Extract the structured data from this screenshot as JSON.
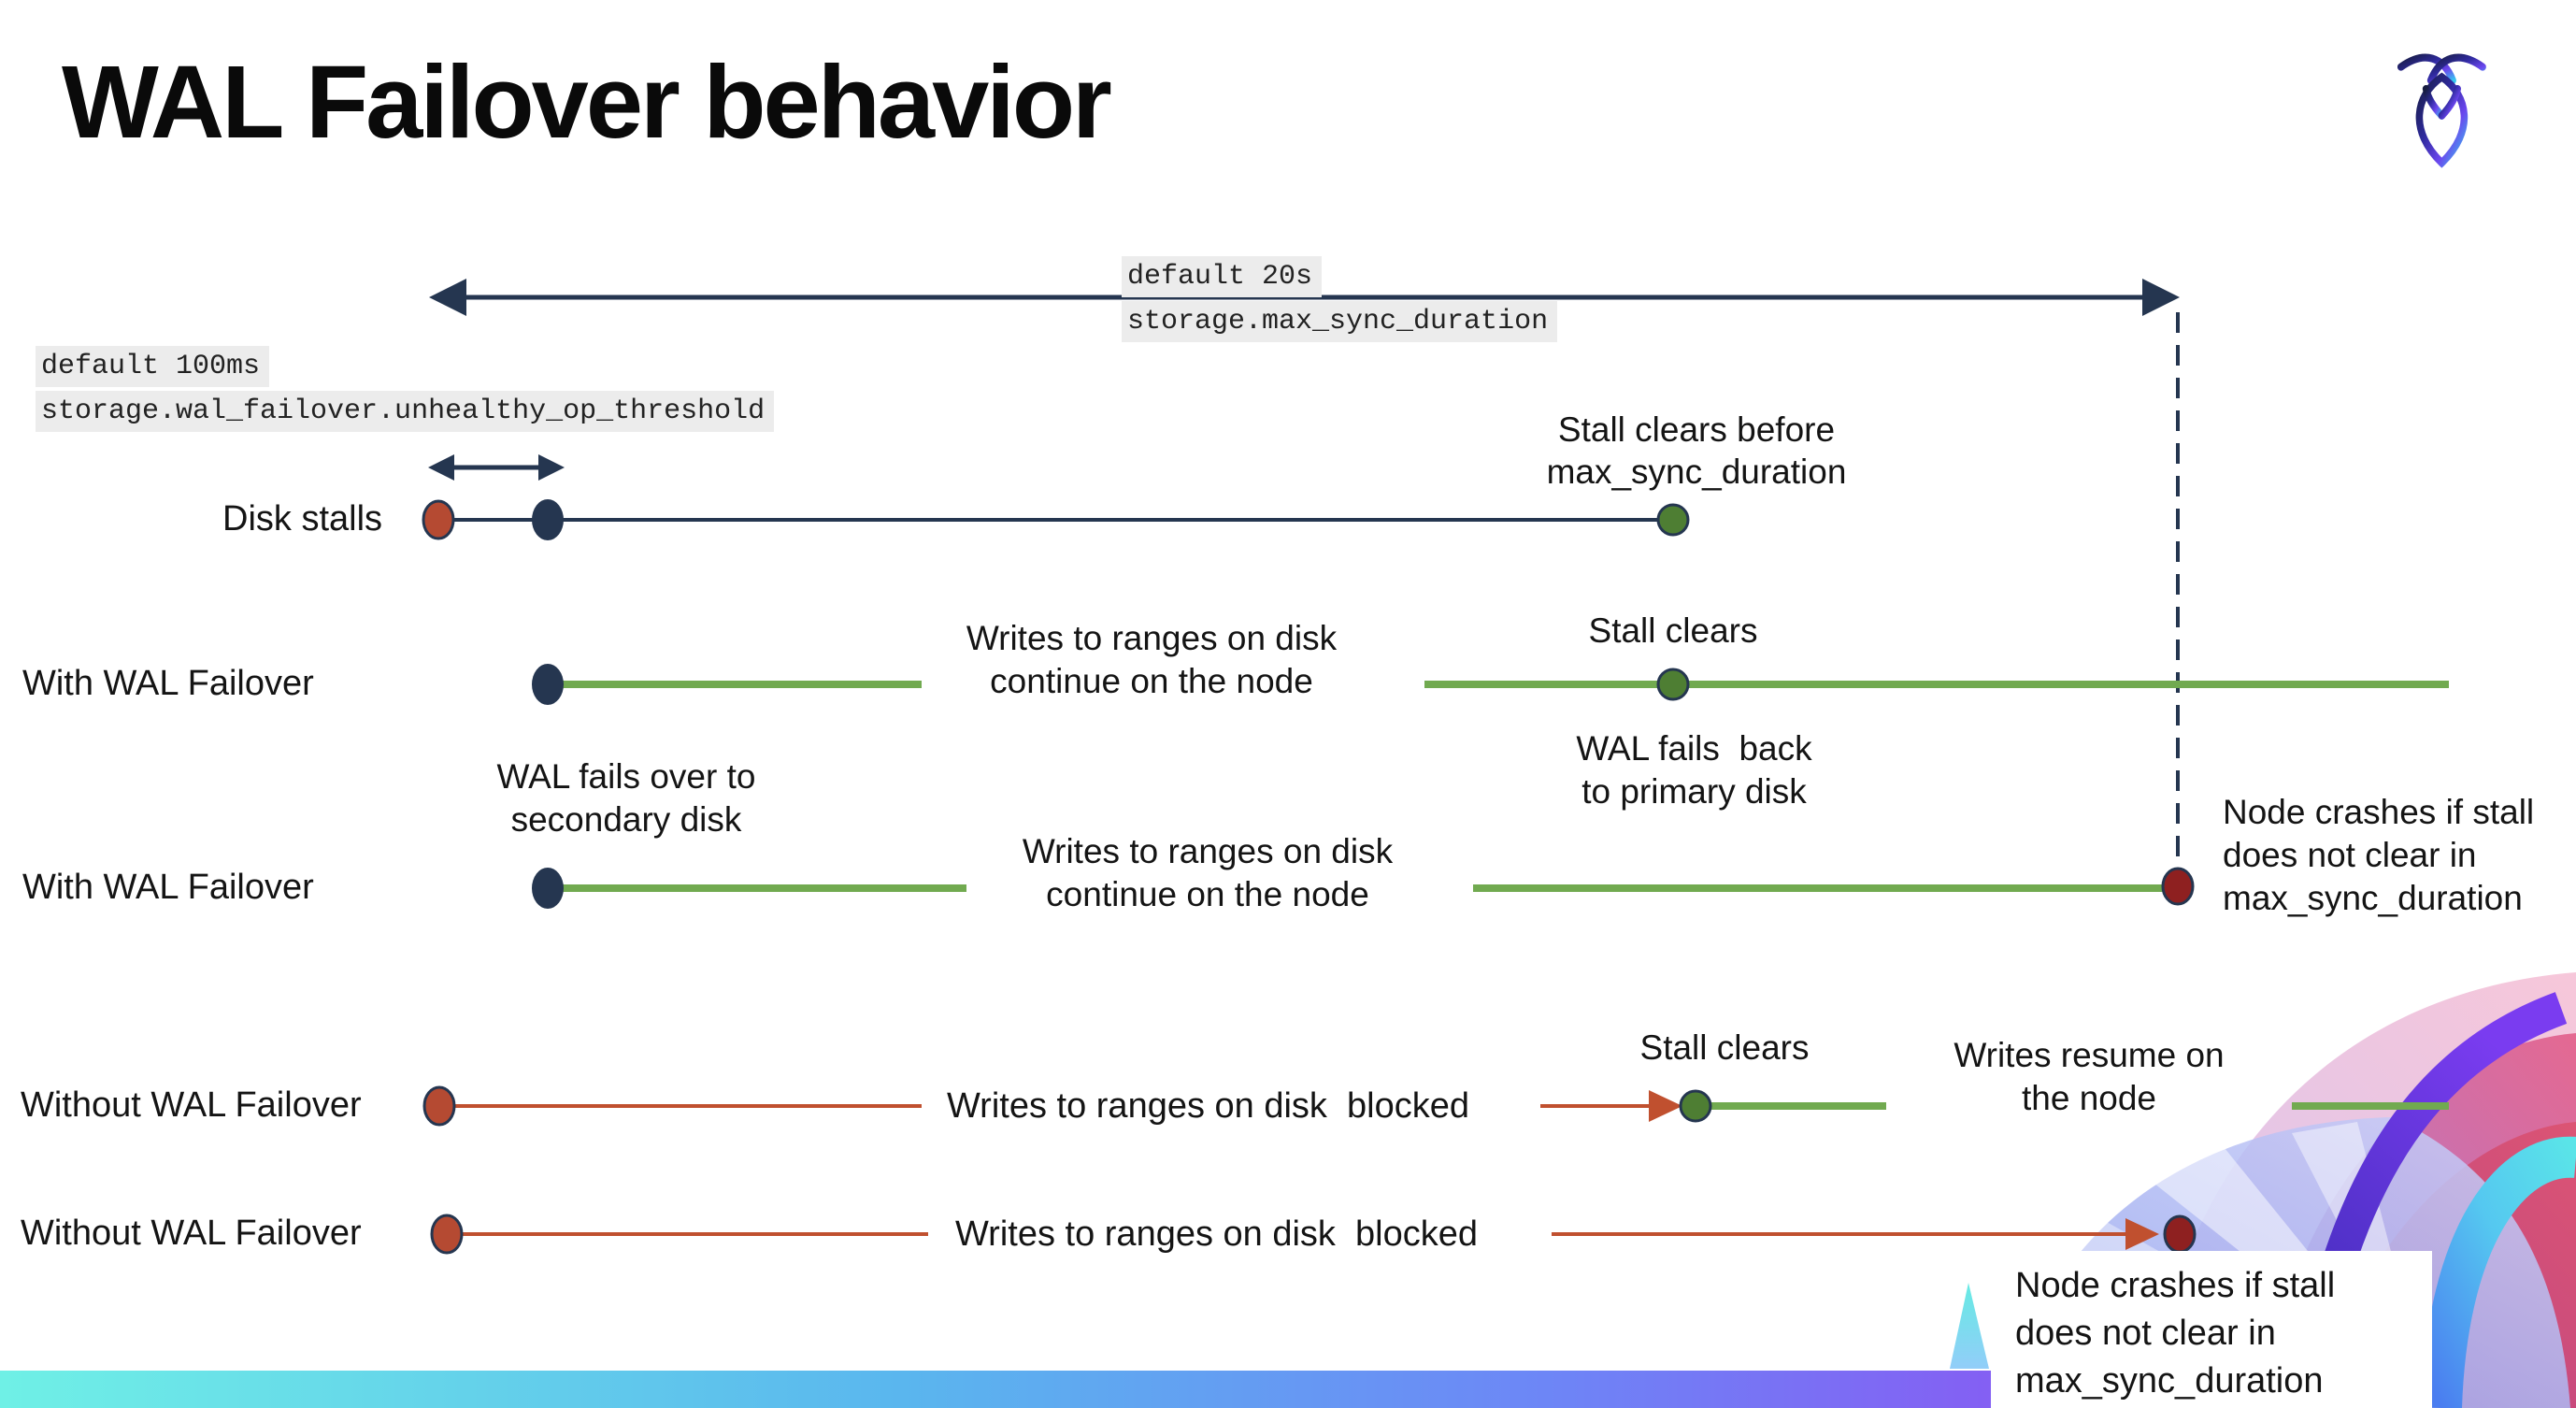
{
  "title": "WAL Failover behavior",
  "settings": {
    "max_sync_duration": {
      "default_value": "default 20s",
      "setting_name": "storage.max_sync_duration"
    },
    "unhealthy_op_threshold": {
      "default_value": "default 100ms",
      "setting_name": "storage.wal_failover.unhealthy_op_threshold"
    }
  },
  "rows": [
    {
      "label": "Disk stalls",
      "events": {
        "stall_clears": "Stall clears before\nmax_sync_duration"
      }
    },
    {
      "label": "With WAL Failover",
      "events": {
        "failover": "WAL fails over to\nsecondary disk",
        "writes": "Writes to ranges on disk\ncontinue on the node",
        "stall_clears": "Stall clears",
        "failback": "WAL fails  back\nto primary disk"
      }
    },
    {
      "label": "With WAL Failover",
      "events": {
        "writes": "Writes to ranges on disk\ncontinue on the node",
        "crash": "Node crashes if stall\ndoes not clear in\nmax_sync_duration"
      }
    },
    {
      "label": "Without WAL Failover",
      "events": {
        "writes": "Writes to ranges on disk  blocked",
        "stall_clears": "Stall clears",
        "resume": "Writes resume on\nthe node"
      }
    },
    {
      "label": "Without WAL Failover",
      "events": {
        "writes": "Writes to ranges on disk  blocked",
        "crash": "Node crashes if stall\ndoes not clear in\nmax_sync_duration"
      }
    }
  ],
  "icons": {
    "logo": "cockroachdb-logo"
  },
  "colors": {
    "navy": "#253650",
    "green_line": "#71aa50",
    "green_dot": "#4e7e33",
    "red_line": "#c0502f",
    "red_dot": "#b54a32",
    "dark_red_dot": "#8e2020",
    "setting_bg": "#ececec",
    "bottom_bar_gradient": [
      "#6ff0e6",
      "#5ab6ee",
      "#6d86f6",
      "#8a55f2",
      "#a94ded"
    ]
  }
}
